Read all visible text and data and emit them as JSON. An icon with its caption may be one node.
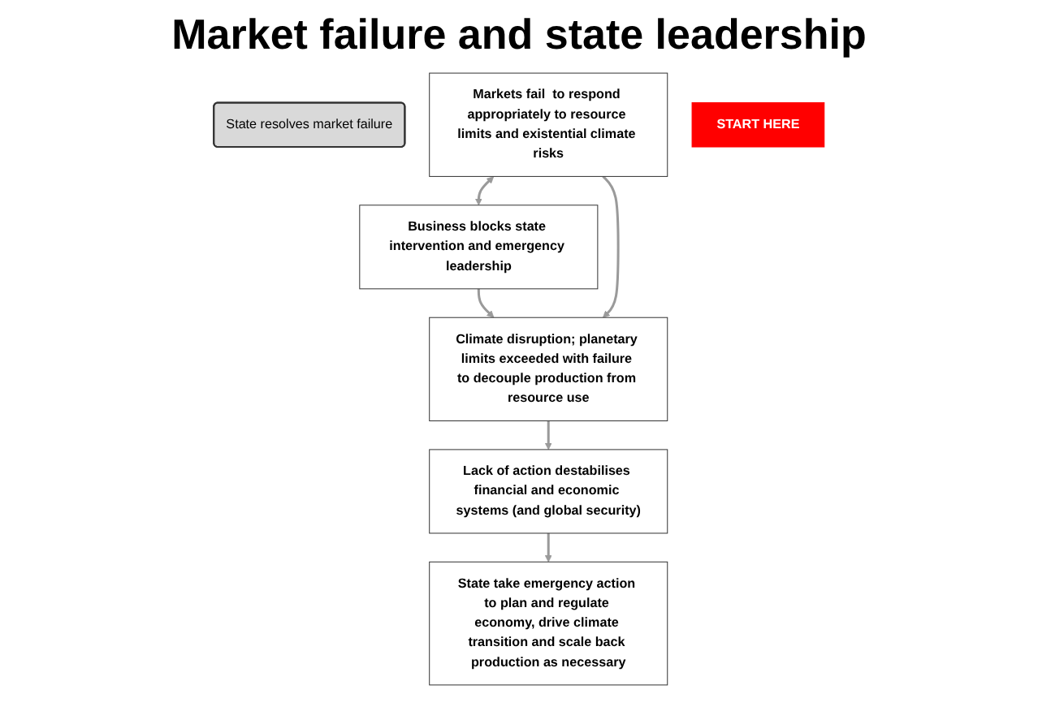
{
  "diagram": {
    "title": "Market failure and state leadership",
    "nodes": [
      {
        "text": [
          "State take emergency action to plan and regulate economy, drive climate transition and scale back production as necessary"
        ]
      },
      {
        "text": [
          "State resolves market failure"
        ]
      },
      {
        "text": [
          "Lack of action destabilises financial and economic systems (and global security)"
        ]
      },
      {
        "text": [
          "Markets fail  to respond appropriately to resource limits and existential climate risks"
        ]
      },
      {
        "text": [
          "START HERE"
        ]
      },
      {
        "text": [
          "Climate disruption; planetary limits exceeded with failure to decouple production from resource use"
        ]
      },
      {
        "text": [
          "Business blocks state intervention and emergency leadership"
        ]
      }
    ],
    "edges": [
      {
        "from": 6,
        "to": 5,
        "arrow": "to"
      },
      {
        "from": 3,
        "to": 5,
        "arrow": "to"
      },
      {
        "from": 3,
        "to": 6,
        "arrow": "both"
      },
      {
        "from": 5,
        "to": 2,
        "arrow": "to"
      },
      {
        "from": 2,
        "to": 0,
        "arrow": "to"
      }
    ]
  }
}
